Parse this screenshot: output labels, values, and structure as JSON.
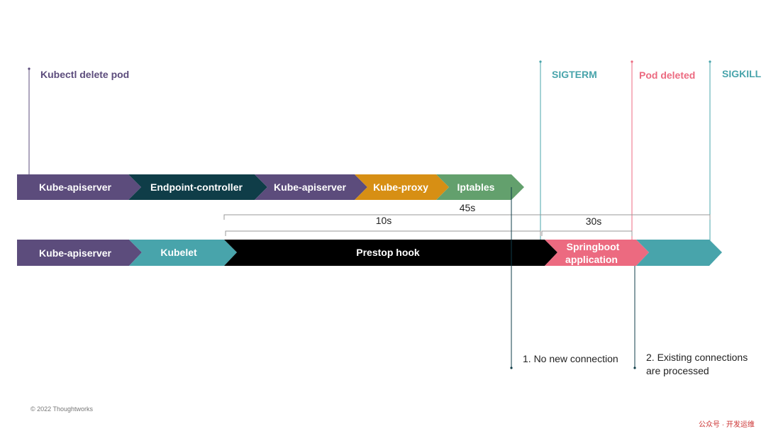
{
  "colors": {
    "purple": "#5c4c7c",
    "dark_teal": "#0f3d48",
    "orange": "#d78f14",
    "green": "#63a06d",
    "light_teal": "#48a4ab",
    "black": "#000000",
    "pink": "#ec6a80"
  },
  "events": {
    "kubectl_delete": "Kubectl delete pod",
    "sigterm": "SIGTERM",
    "pod_deleted": "Pod deleted",
    "sigkill": "SIGKILL"
  },
  "row1": [
    {
      "label": "Kube-apiserver",
      "color": "purple"
    },
    {
      "label": "Endpoint-controller",
      "color": "dark_teal"
    },
    {
      "label": "Kube-apiserver",
      "color": "purple"
    },
    {
      "label": "Kube-proxy",
      "color": "orange"
    },
    {
      "label": "Iptables",
      "color": "green"
    }
  ],
  "row2": [
    {
      "label": "Kube-apiserver",
      "color": "purple"
    },
    {
      "label": "Kubelet",
      "color": "light_teal"
    },
    {
      "label": "Prestop hook",
      "color": "black"
    },
    {
      "label": "Springboot application",
      "line1": "Springboot",
      "line2": "application",
      "color": "pink"
    },
    {
      "label": "",
      "color": "light_teal"
    }
  ],
  "durations": {
    "total": "45s",
    "prestop": "10s",
    "graceful": "30s"
  },
  "notes": {
    "no_new_connection": "1. No new connection",
    "existing_line1": "2. Existing connections",
    "existing_line2": "are processed"
  },
  "footer": "© 2022 Thoughtworks",
  "watermark": "公众号 · 开发运维"
}
